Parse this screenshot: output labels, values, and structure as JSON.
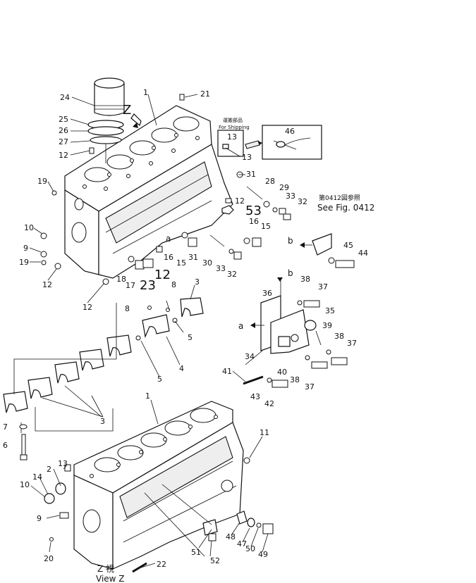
{
  "figure": {
    "callouts": [
      {
        "id": "c24",
        "text": "24"
      },
      {
        "id": "c1a",
        "text": "1"
      },
      {
        "id": "c21",
        "text": "21"
      },
      {
        "id": "c25",
        "text": "25"
      },
      {
        "id": "c26",
        "text": "26"
      },
      {
        "id": "c27",
        "text": "27"
      },
      {
        "id": "c12a",
        "text": "12"
      },
      {
        "id": "c13a",
        "text": "13"
      },
      {
        "id": "c13b",
        "text": "13"
      },
      {
        "id": "c46",
        "text": "46"
      },
      {
        "id": "c19a",
        "text": "19"
      },
      {
        "id": "c31a",
        "text": "31"
      },
      {
        "id": "c28",
        "text": "28"
      },
      {
        "id": "c29",
        "text": "29"
      },
      {
        "id": "c33a",
        "text": "33"
      },
      {
        "id": "c12b",
        "text": "12"
      },
      {
        "id": "c32a",
        "text": "32"
      },
      {
        "id": "c10a",
        "text": "10"
      },
      {
        "id": "c16a",
        "text": "16"
      },
      {
        "id": "c15a",
        "text": "15"
      },
      {
        "id": "c9a",
        "text": "9"
      },
      {
        "id": "c19b",
        "text": "19"
      },
      {
        "id": "c16b",
        "text": "16"
      },
      {
        "id": "c15b",
        "text": "15"
      },
      {
        "id": "c31b",
        "text": "31"
      },
      {
        "id": "c30",
        "text": "30"
      },
      {
        "id": "c33b",
        "text": "33"
      },
      {
        "id": "c32b",
        "text": "32"
      },
      {
        "id": "c45",
        "text": "45"
      },
      {
        "id": "c44",
        "text": "44"
      },
      {
        "id": "c12c",
        "text": "12"
      },
      {
        "id": "c18",
        "text": "18"
      },
      {
        "id": "c17",
        "text": "17"
      },
      {
        "id": "c12e",
        "text": "12"
      },
      {
        "id": "c38a",
        "text": "38"
      },
      {
        "id": "c37a",
        "text": "37"
      },
      {
        "id": "c36",
        "text": "36"
      },
      {
        "id": "c35",
        "text": "35"
      },
      {
        "id": "c8a",
        "text": "8"
      },
      {
        "id": "c3a",
        "text": "3"
      },
      {
        "id": "c8b",
        "text": "8"
      },
      {
        "id": "c5a",
        "text": "5"
      },
      {
        "id": "c39",
        "text": "39"
      },
      {
        "id": "c38b",
        "text": "38"
      },
      {
        "id": "c37b",
        "text": "37"
      },
      {
        "id": "c4",
        "text": "4"
      },
      {
        "id": "c34",
        "text": "34"
      },
      {
        "id": "c5b",
        "text": "5"
      },
      {
        "id": "c41",
        "text": "41"
      },
      {
        "id": "c40",
        "text": "40"
      },
      {
        "id": "c38c",
        "text": "38"
      },
      {
        "id": "c37c",
        "text": "37"
      },
      {
        "id": "c43",
        "text": "43"
      },
      {
        "id": "c42",
        "text": "42"
      },
      {
        "id": "c1b",
        "text": "1"
      },
      {
        "id": "c3b",
        "text": "3"
      },
      {
        "id": "c7",
        "text": "7"
      },
      {
        "id": "c6",
        "text": "6"
      },
      {
        "id": "c11",
        "text": "11"
      },
      {
        "id": "c2",
        "text": "2"
      },
      {
        "id": "c13c",
        "text": "13"
      },
      {
        "id": "c14",
        "text": "14"
      },
      {
        "id": "c10b",
        "text": "10"
      },
      {
        "id": "c9b",
        "text": "9"
      },
      {
        "id": "c48",
        "text": "48"
      },
      {
        "id": "c47",
        "text": "47"
      },
      {
        "id": "c50",
        "text": "50"
      },
      {
        "id": "c49",
        "text": "49"
      },
      {
        "id": "c51",
        "text": "51"
      },
      {
        "id": "c52",
        "text": "52"
      },
      {
        "id": "c20",
        "text": "20"
      },
      {
        "id": "c22",
        "text": "22"
      }
    ],
    "large_callouts": [
      {
        "id": "c53",
        "text": "53"
      },
      {
        "id": "c12d",
        "text": "12"
      },
      {
        "id": "c23",
        "text": "23"
      }
    ],
    "letters": {
      "z": "Z",
      "a1": "a",
      "a2": "a",
      "b1": "b",
      "b2": "b"
    },
    "shipping_note": {
      "jp": "運搬部品",
      "en": "For Shipping"
    },
    "see_fig": {
      "jp": "第0412図参照",
      "en": "See Fig. 0412"
    },
    "view_label": {
      "jp": "Z 視",
      "en": "View Z"
    }
  }
}
